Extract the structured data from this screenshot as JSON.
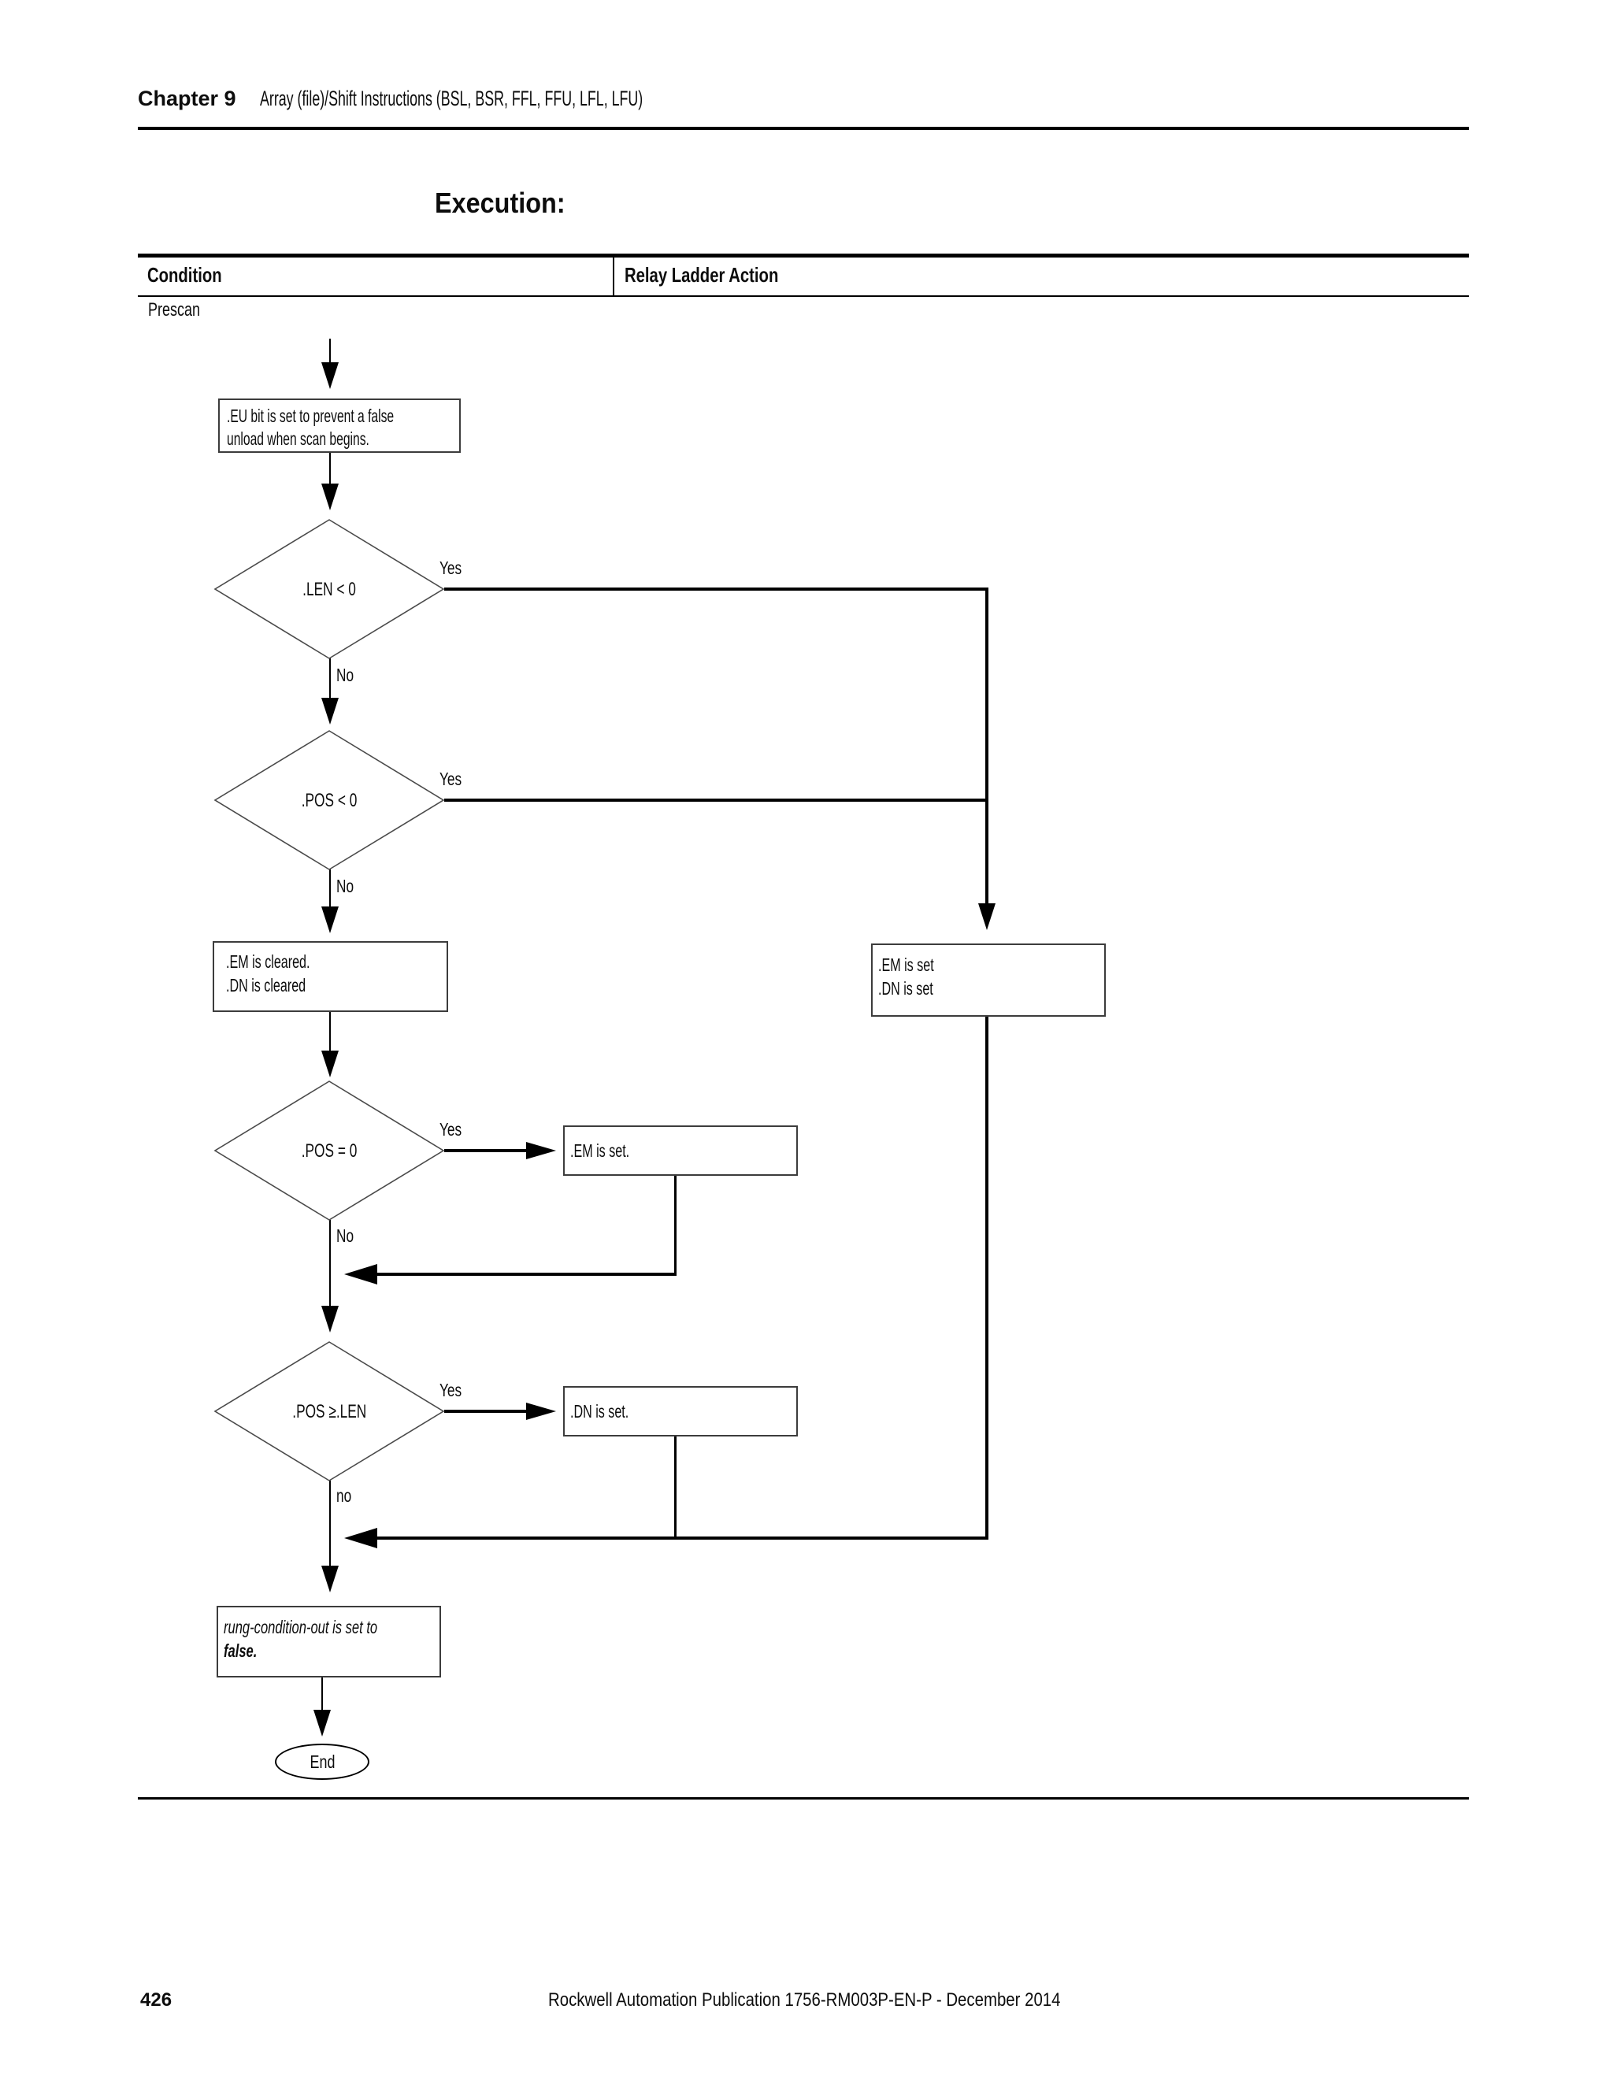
{
  "page": {
    "chapter": "Chapter 9",
    "subtitle": "Array (file)/Shift Instructions (BSL, BSR, FFL, FFU, LFL, LFU)",
    "title": "Execution:",
    "page_number": "426",
    "footer_text": "Rockwell Automation Publication 1756-RM003P-EN-P - December 2014"
  },
  "table": {
    "col_condition": "Condition",
    "col_action": "Relay Ladder Action",
    "prescan": "Prescan"
  },
  "flow": {
    "box_eu": {
      "line1": ".EU bit is set to prevent a false",
      "line2": "unload when scan begins."
    },
    "d_len": {
      "label": ".LEN < 0",
      "yes": "Yes",
      "no": "No"
    },
    "d_pos_neg": {
      "label": ".POS < 0",
      "yes": "Yes",
      "no": "No"
    },
    "box_cleared": {
      "line1": ".EM is cleared.",
      "line2": ".DN is cleared"
    },
    "box_set": {
      "line1": ".EM is set",
      "line2": ".DN is set"
    },
    "d_pos_zero": {
      "label": ".POS = 0",
      "yes": "Yes",
      "no": "No"
    },
    "box_em": {
      "line1": ".EM is set."
    },
    "d_pos_len": {
      "label": ".POS ≥.LEN",
      "yes": "Yes",
      "no": "no"
    },
    "box_dn": {
      "line1": ".DN is set."
    },
    "box_false": {
      "line1": "rung-condition-out is set to",
      "line2": "false."
    },
    "end_label": "End"
  },
  "colors": {
    "ink": "#000000",
    "box_border": "#3c3c3c",
    "diamond_border": "#4a4a4a"
  }
}
